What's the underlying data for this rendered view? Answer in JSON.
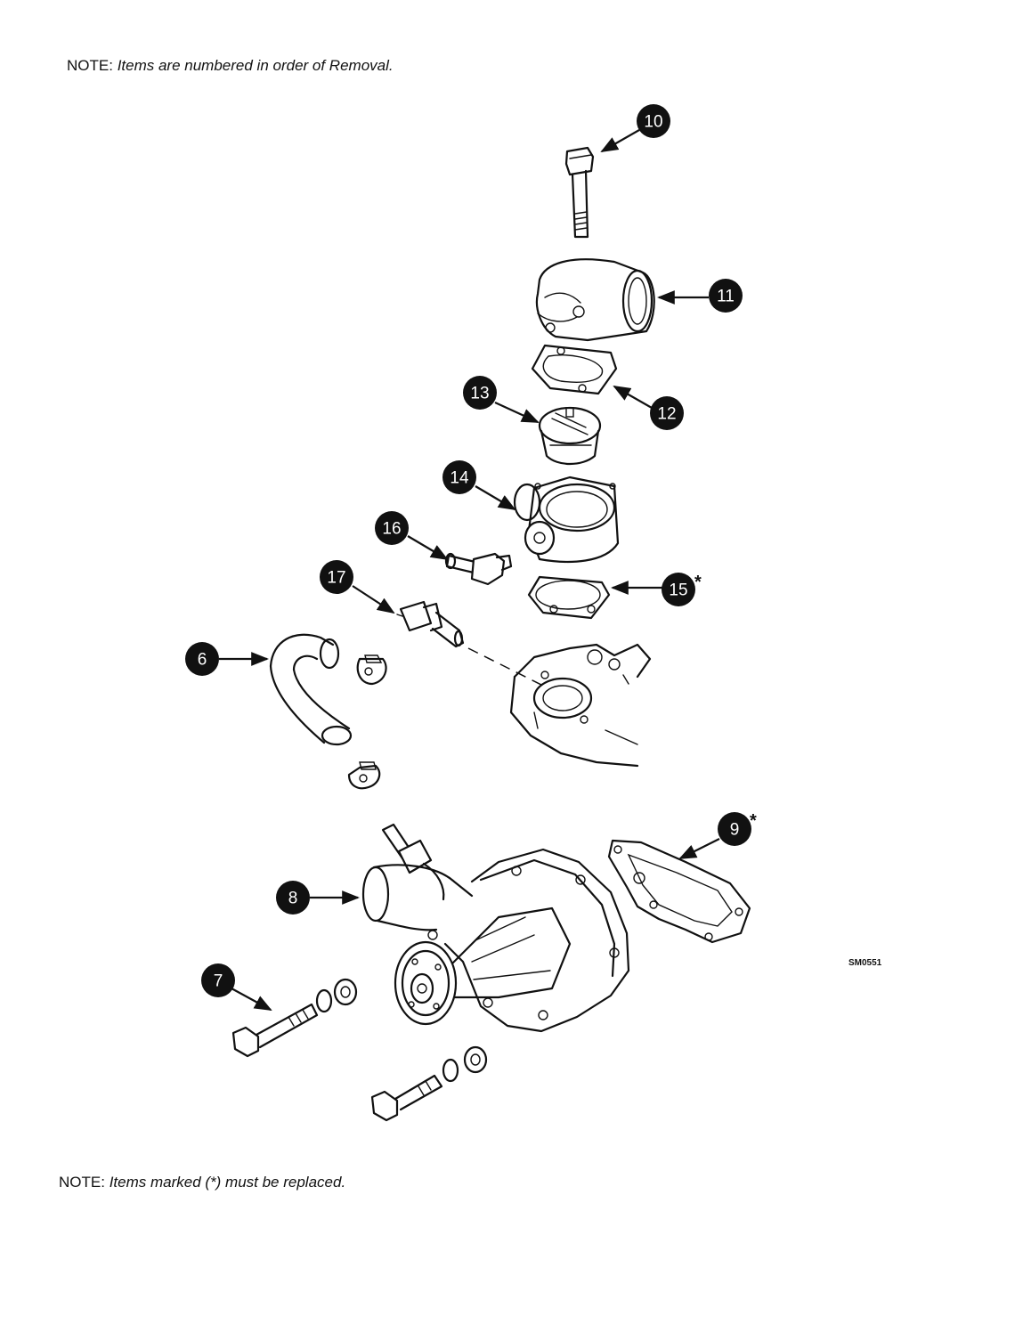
{
  "notes": {
    "top": {
      "label": "NOTE:",
      "text": "Items are numbered in order of Removal."
    },
    "bottom": {
      "label": "NOTE:",
      "text": "Items marked (*) must be replaced."
    }
  },
  "figure_ref": "SM0551",
  "callouts": {
    "c6": {
      "number": "6",
      "part": "hose"
    },
    "c7": {
      "number": "7",
      "part": "bolt"
    },
    "c8": {
      "number": "8",
      "part": "water pump"
    },
    "c9": {
      "number": "9",
      "star": "*",
      "part": "gasket"
    },
    "c10": {
      "number": "10",
      "part": "bolt"
    },
    "c11": {
      "number": "11",
      "part": "thermostat outlet elbow"
    },
    "c12": {
      "number": "12",
      "part": "gasket"
    },
    "c13": {
      "number": "13",
      "part": "thermostat"
    },
    "c14": {
      "number": "14",
      "part": "thermostat housing"
    },
    "c15": {
      "number": "15",
      "star": "*",
      "part": "gasket"
    },
    "c16": {
      "number": "16",
      "part": "bolt"
    },
    "c17": {
      "number": "17",
      "part": "temperature sender"
    }
  }
}
